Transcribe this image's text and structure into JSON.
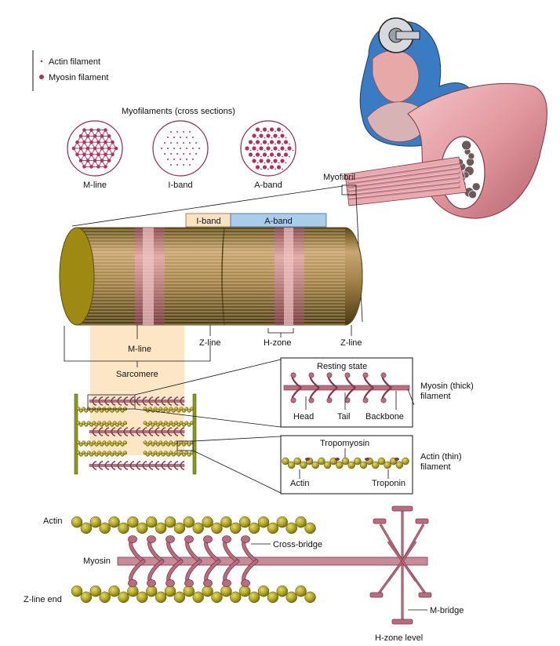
{
  "legend": {
    "actin": "Actin filament",
    "myosin": "Myosin filament"
  },
  "cross_sections": {
    "title": "Myofilaments (cross sections)",
    "labels": [
      "M-line",
      "I-band",
      "A-band"
    ]
  },
  "myofibril": {
    "label": "Myofibril",
    "i_band": "I-band",
    "a_band": "A-band",
    "m_line": "M-line",
    "z_line_left": "Z-line",
    "h_zone": "H-zone",
    "z_line_right": "Z-line",
    "sarcomere": "Sarcomere"
  },
  "thick_filament": {
    "title": "Resting state",
    "head": "Head",
    "tail": "Tail",
    "backbone": "Backbone",
    "name": "Myosin (thick)\nfilament"
  },
  "thin_filament": {
    "tropomyosin": "Tropomyosin",
    "actin": "Actin",
    "troponin": "Troponin",
    "name": "Actin (thin)\nfilament"
  },
  "detail": {
    "actin": "Actin",
    "myosin": "Myosin",
    "cross_bridge": "Cross-bridge",
    "z_line_end": "Z-line end",
    "m_bridge": "M-bridge",
    "h_zone_level": "H-zone level"
  },
  "colors": {
    "actin_bead": "#a9a022",
    "actin_bead_edge": "#5c5408",
    "myosin": "#b76e80",
    "myosin_dark": "#7e3648",
    "cross_section_dot": "#b0325a",
    "i_band_fill": "#fbe3c2",
    "a_band_fill": "#a9cdec",
    "sarcomere_fill": "#fde6c6",
    "muscle": "#e0a0a6",
    "myofibril_gold": "#9e8a12",
    "z_disc": "#8a9a1c"
  }
}
